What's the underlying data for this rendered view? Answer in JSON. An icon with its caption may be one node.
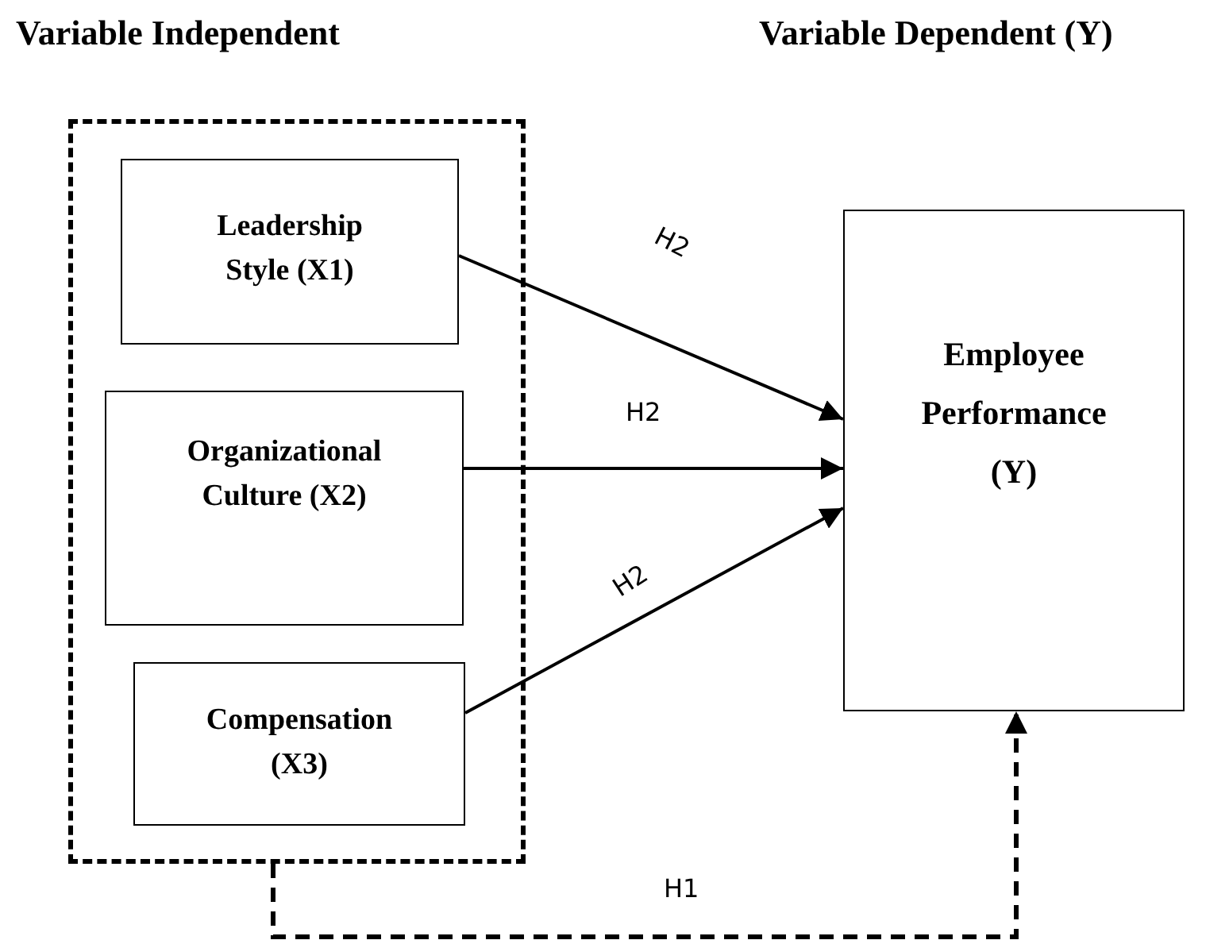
{
  "diagram": {
    "nodes": [
      {
        "text": [],
        "shape": "box"
      },
      {
        "text": [
          "Leadership Style (X1)"
        ],
        "in": 0
      },
      {
        "text": [
          "Organizational Culture (X2)"
        ],
        "in": 0
      },
      {
        "text": [
          "Compensation (X3)"
        ],
        "in": 0
      },
      {
        "text": [
          "Employee Performance (Y)"
        ]
      }
    ],
    "edges": [
      {
        "from": 1,
        "to": 4,
        "arrow": "to",
        "label": "H2"
      },
      {
        "from": 2,
        "to": 4,
        "arrow": "to",
        "label": "H2"
      },
      {
        "from": 3,
        "to": 4,
        "arrow": "to",
        "label": "H2"
      },
      {
        "from": 0,
        "to": 4,
        "arrow": "to",
        "label": "H1",
        "style": "dashed"
      }
    ],
    "labels": [
      "Variable Independent",
      "Variable Dependent (Y)"
    ]
  }
}
